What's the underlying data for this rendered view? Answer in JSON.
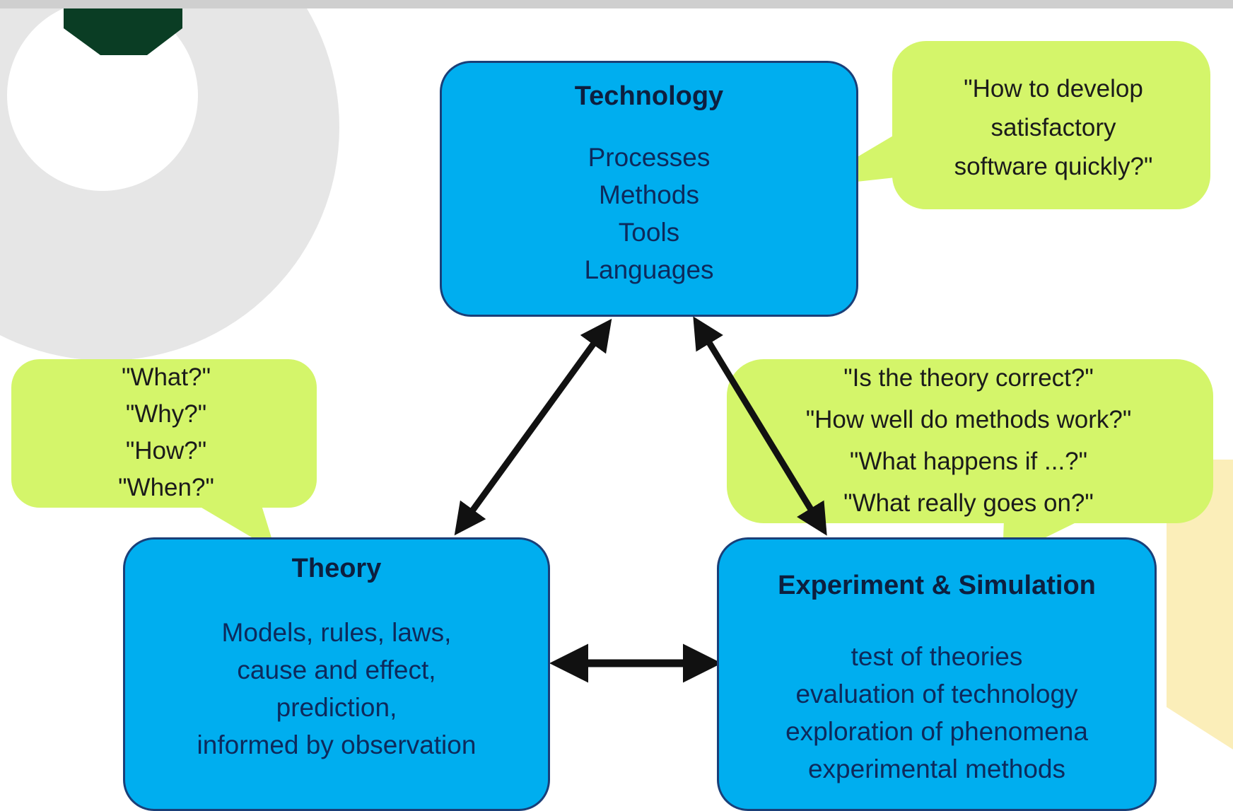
{
  "technology": {
    "title": "Technology",
    "items": [
      "Processes",
      "Methods",
      "Tools",
      "Languages"
    ]
  },
  "theory": {
    "title": "Theory",
    "items": [
      "Models, rules, laws,",
      "cause and effect,",
      "prediction,",
      "informed by observation"
    ]
  },
  "experiment": {
    "title": "Experiment & Simulation",
    "items": [
      "test of theories",
      "evaluation of technology",
      "exploration of phenomena",
      "experimental methods"
    ]
  },
  "bubbles": {
    "technology": [
      "\"How to develop",
      "satisfactory",
      "software quickly?\""
    ],
    "theory": [
      "\"What?\"",
      "\"Why?\"",
      "\"How?\"",
      "\"When?\""
    ],
    "experiment": [
      "\"Is the theory correct?\"",
      "\"How well do methods work?\"",
      "\"What happens if ...?\"",
      "\"What really goes on?\""
    ]
  },
  "colors": {
    "box_fill": "#00aeef",
    "box_border": "#1a3f78",
    "bubble_fill": "#d4f56a",
    "arrow": "#111111"
  }
}
